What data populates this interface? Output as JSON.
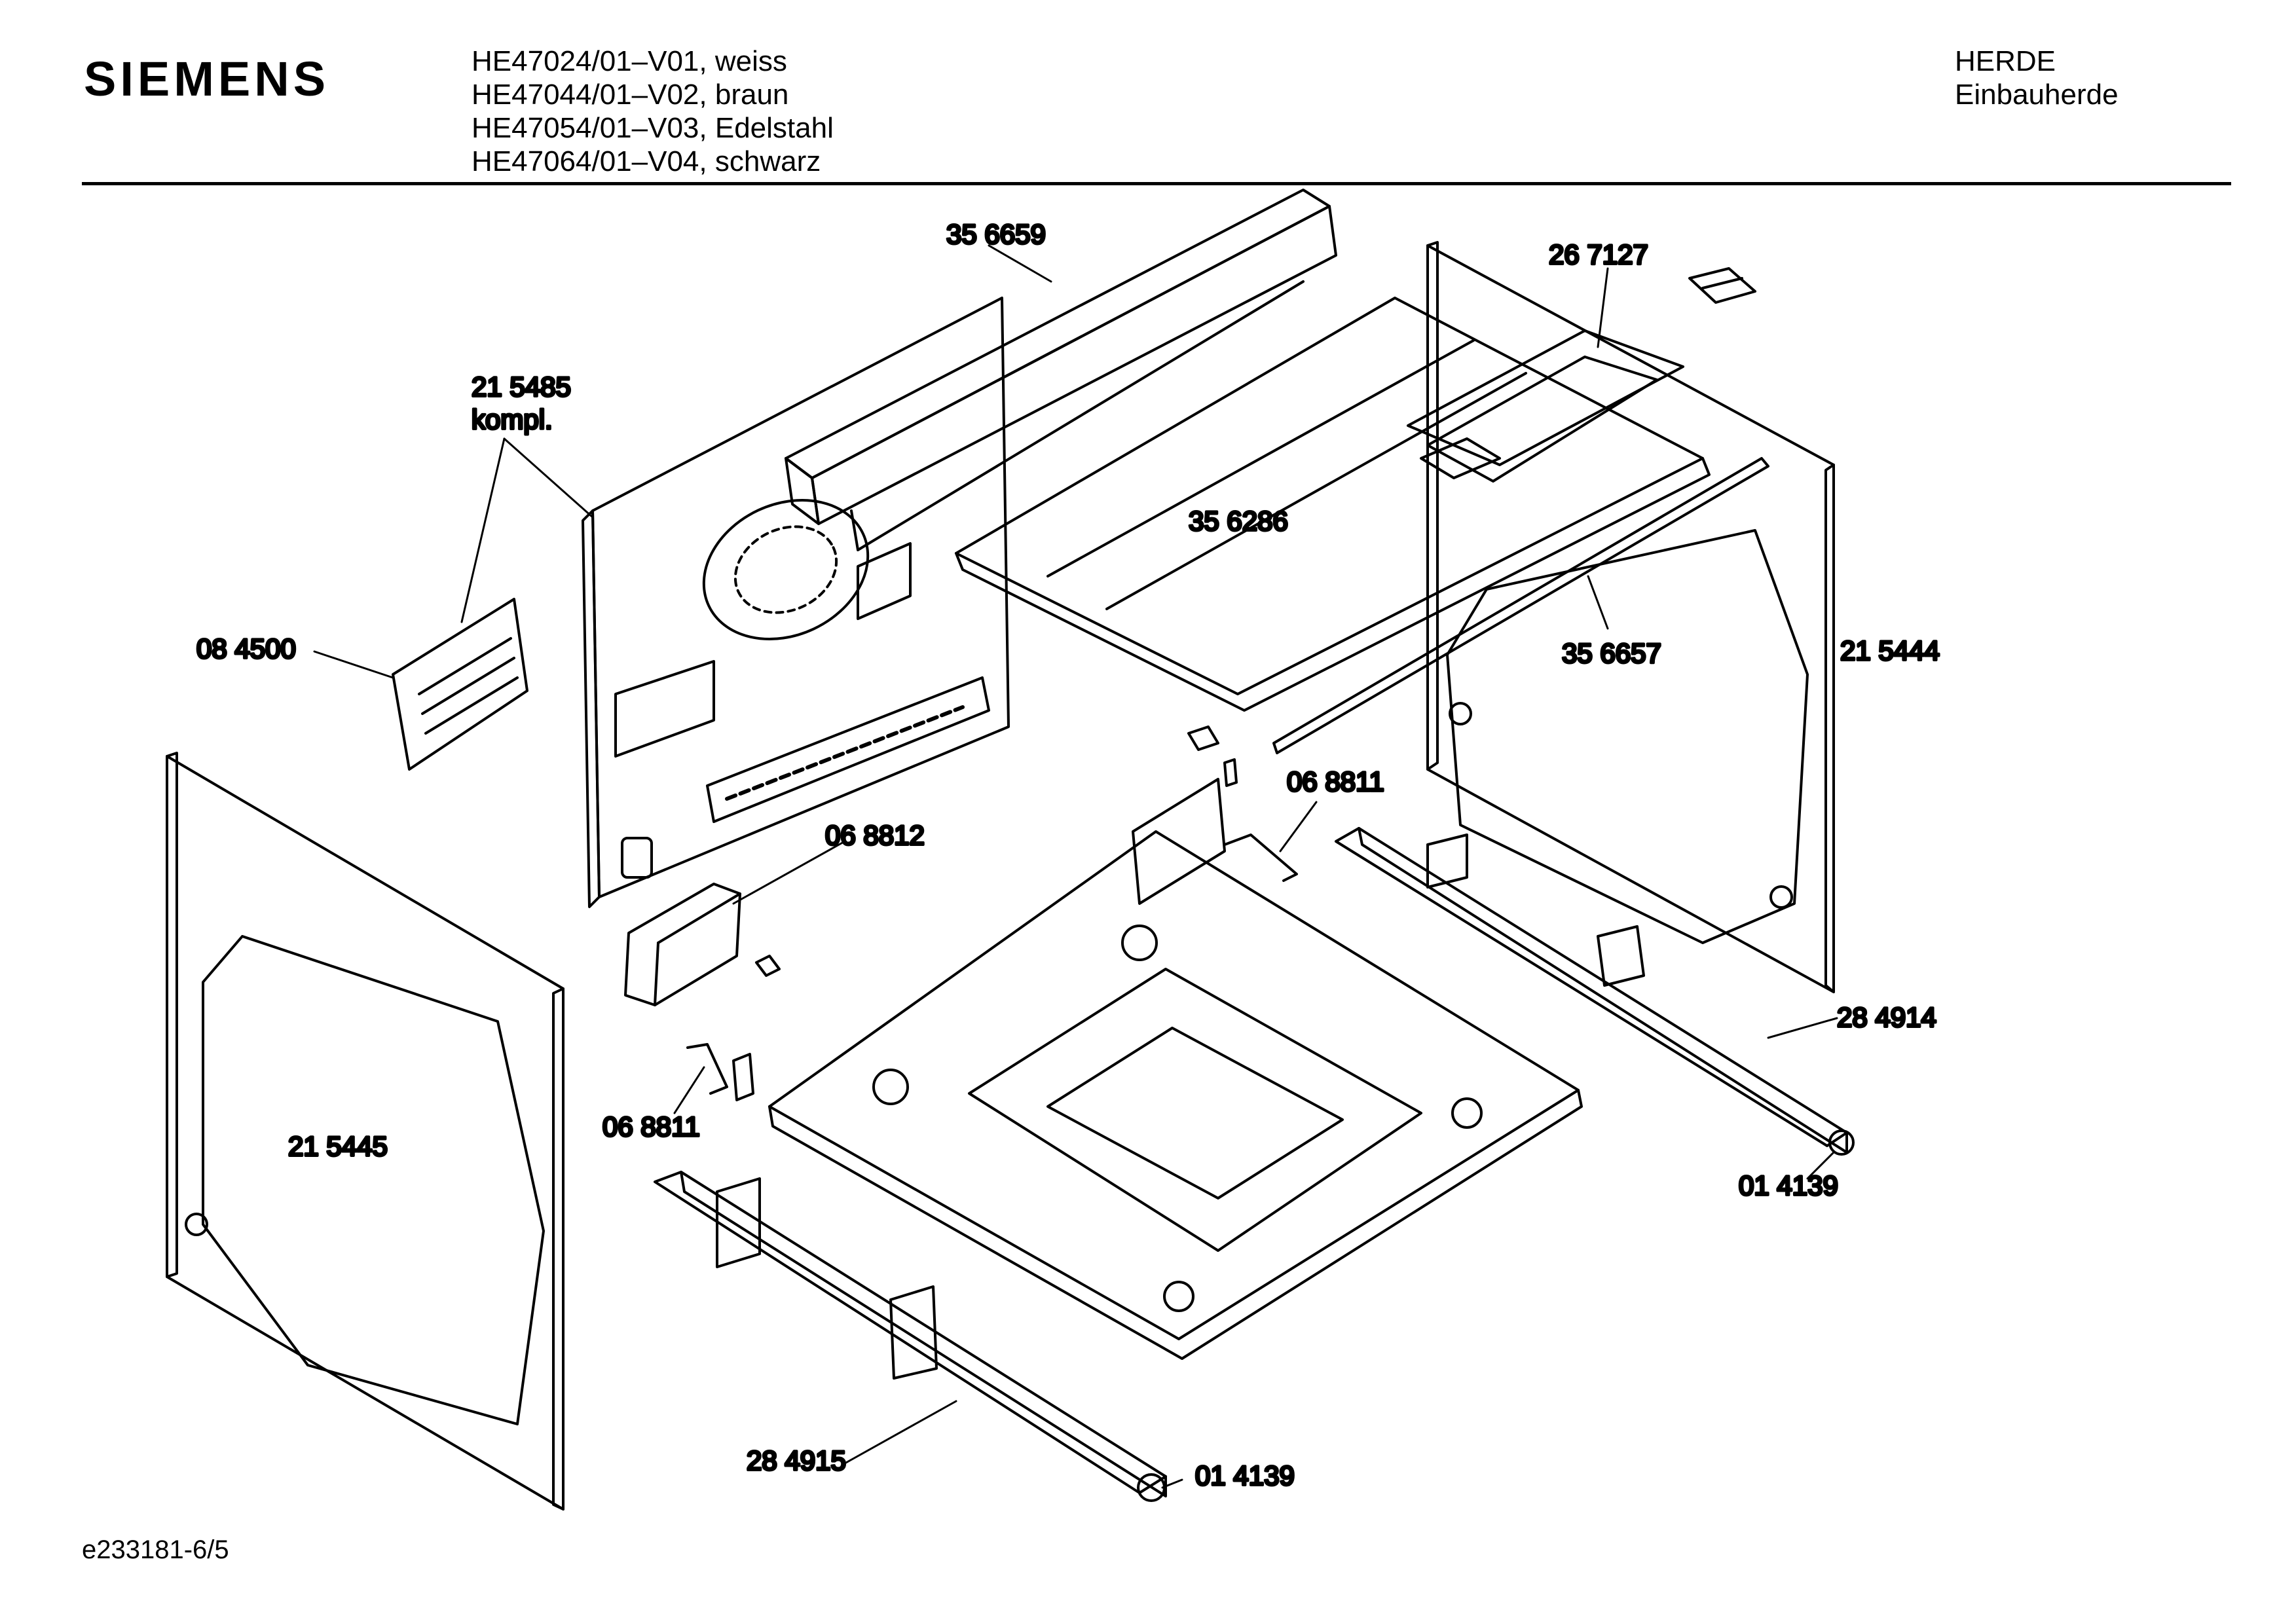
{
  "header": {
    "brand": "SIEMENS",
    "models": [
      "HE47024/01–V01, weiss",
      "HE47044/01–V02, braun",
      "HE47054/01–V03, Edelstahl",
      "HE47064/01–V04, schwarz"
    ],
    "category": "HERDE",
    "subcategory": "Einbauherde"
  },
  "parts": {
    "p356659": "35 6659",
    "p267127": "26 7127",
    "p215485": "21 5485",
    "p215485_note": "kompl.",
    "p356286": "35 6286",
    "p084500": "08 4500",
    "p356657": "35 6657",
    "p215444": "21 5444",
    "p068811_right": "06 8811",
    "p068812": "06 8812",
    "p215445": "21 5445",
    "p068811_left": "06 8811",
    "p284914": "28 4914",
    "p014139_right": "01 4139",
    "p284915": "28 4915",
    "p014139_bottom": "01 4139"
  },
  "footer": {
    "doc_id": "e233181-6/5"
  },
  "colors": {
    "line": "#000000",
    "background": "#ffffff"
  }
}
